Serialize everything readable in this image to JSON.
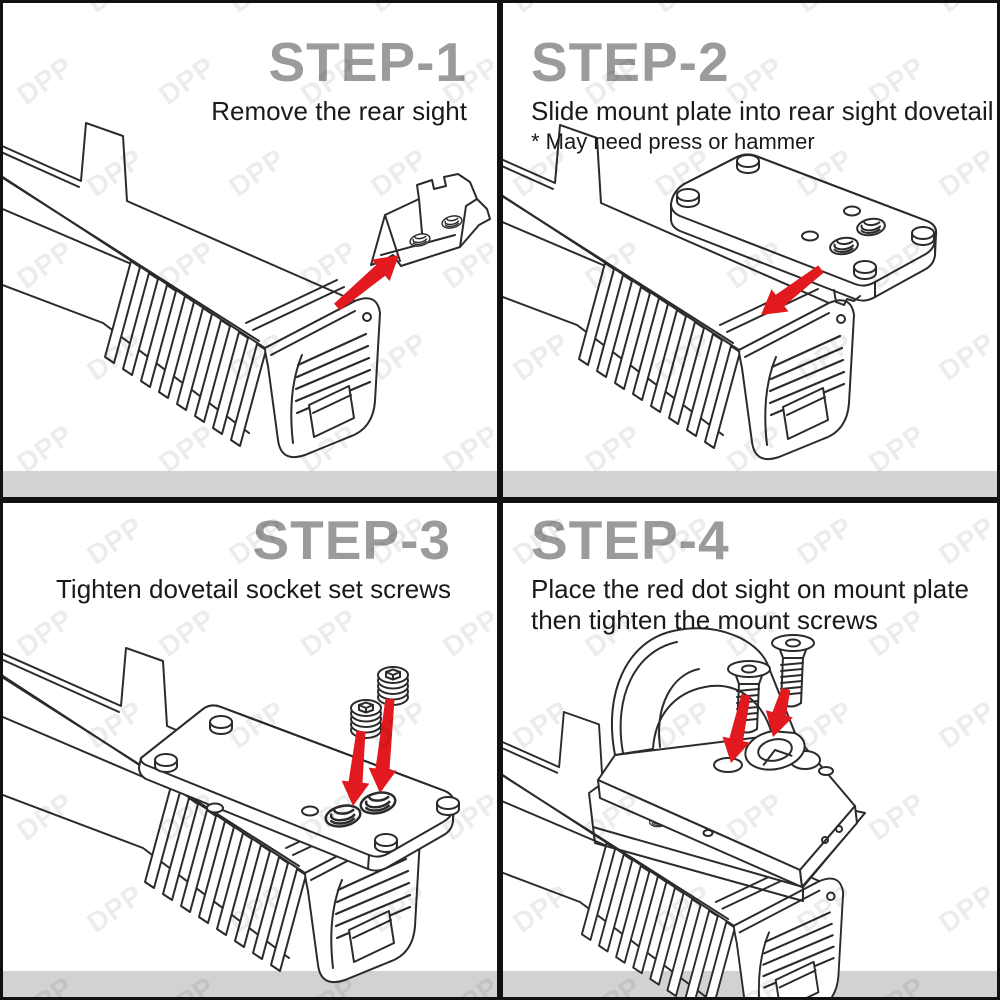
{
  "colors": {
    "accent_red": "#e2191e",
    "title_gray": "#9b9b9b",
    "text": "#1a1a1a",
    "band_gray": "#d2d2d2",
    "line": "#2b2b2b",
    "border": "#111111"
  },
  "watermark": {
    "text": "DPP"
  },
  "panels": [
    {
      "id": "step-1",
      "title": "STEP-1",
      "caption_lines": [
        "Remove the rear sight"
      ],
      "note": "",
      "align": "right"
    },
    {
      "id": "step-2",
      "title": "STEP-2",
      "caption_lines": [
        "Slide mount plate into rear sight dovetail"
      ],
      "note": "* May need press or hammer",
      "align": "left"
    },
    {
      "id": "step-3",
      "title": "STEP-3",
      "caption_lines": [
        "Tighten dovetail socket set screws"
      ],
      "note": "",
      "align": "right"
    },
    {
      "id": "step-4",
      "title": "STEP-4",
      "caption_lines": [
        "Place the red dot sight on mount plate",
        "then tighten the mount screws"
      ],
      "note": "",
      "align": "left"
    }
  ]
}
